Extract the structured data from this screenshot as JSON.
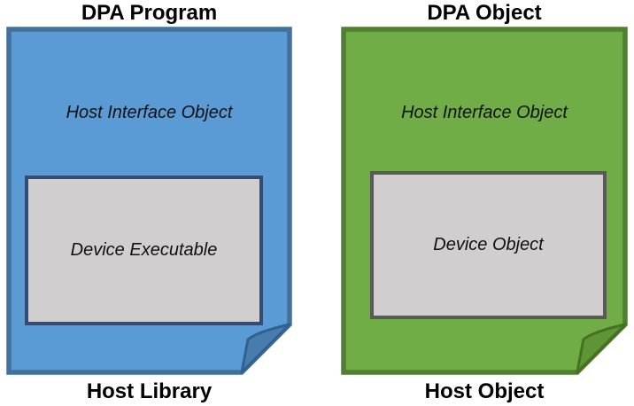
{
  "pages": [
    {
      "id": "dpa-program",
      "top_title": "DPA Program",
      "bottom_title": "Host Library",
      "outer_label": "Host Interface Object",
      "inner_label": "Device Executable",
      "fill": "#5B9BD5",
      "border": "#41719C",
      "fold_fill": "#477CAD",
      "fold_border": "#31618F",
      "inner_box_fill": "#D0CECE",
      "inner_box_border": "#2E4D7B"
    },
    {
      "id": "dpa-object",
      "top_title": "DPA Object",
      "bottom_title": "Host Object",
      "outer_label": "Host Interface Object",
      "inner_label": "Device Object",
      "fill": "#70AD47",
      "border": "#507E32",
      "fold_fill": "#5E9539",
      "fold_border": "#47711F",
      "inner_box_fill": "#D0CECE",
      "inner_box_border": "#595959"
    }
  ]
}
